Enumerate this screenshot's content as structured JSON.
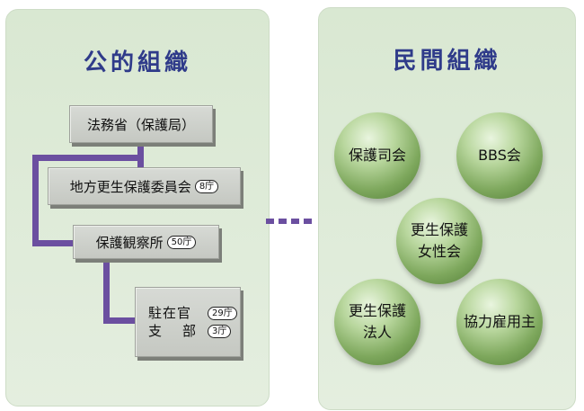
{
  "public": {
    "title": "公的組織",
    "ministry": "法務省（保護局）",
    "commission": {
      "name": "地方更生保護委員会",
      "count": "8庁"
    },
    "probation": {
      "name": "保護観察所",
      "count": "50庁"
    },
    "branch": {
      "resident": {
        "name": "駐在官",
        "count": "29庁"
      },
      "office": {
        "name": "支　部",
        "count": "3庁"
      }
    }
  },
  "private": {
    "title": "民間組織",
    "orgs": [
      {
        "line1": "保護司会",
        "line2": ""
      },
      {
        "line1": "BBS会",
        "line2": ""
      },
      {
        "line1": "更生保護",
        "line2": "女性会"
      },
      {
        "line1": "更生保護",
        "line2": "法人"
      },
      {
        "line1": "協力雇用主",
        "line2": ""
      }
    ]
  },
  "colors": {
    "connector": "#6b4fa0",
    "title": "#2f3b8a",
    "sphere": "#7ea85d",
    "panel": "#dfeada"
  }
}
